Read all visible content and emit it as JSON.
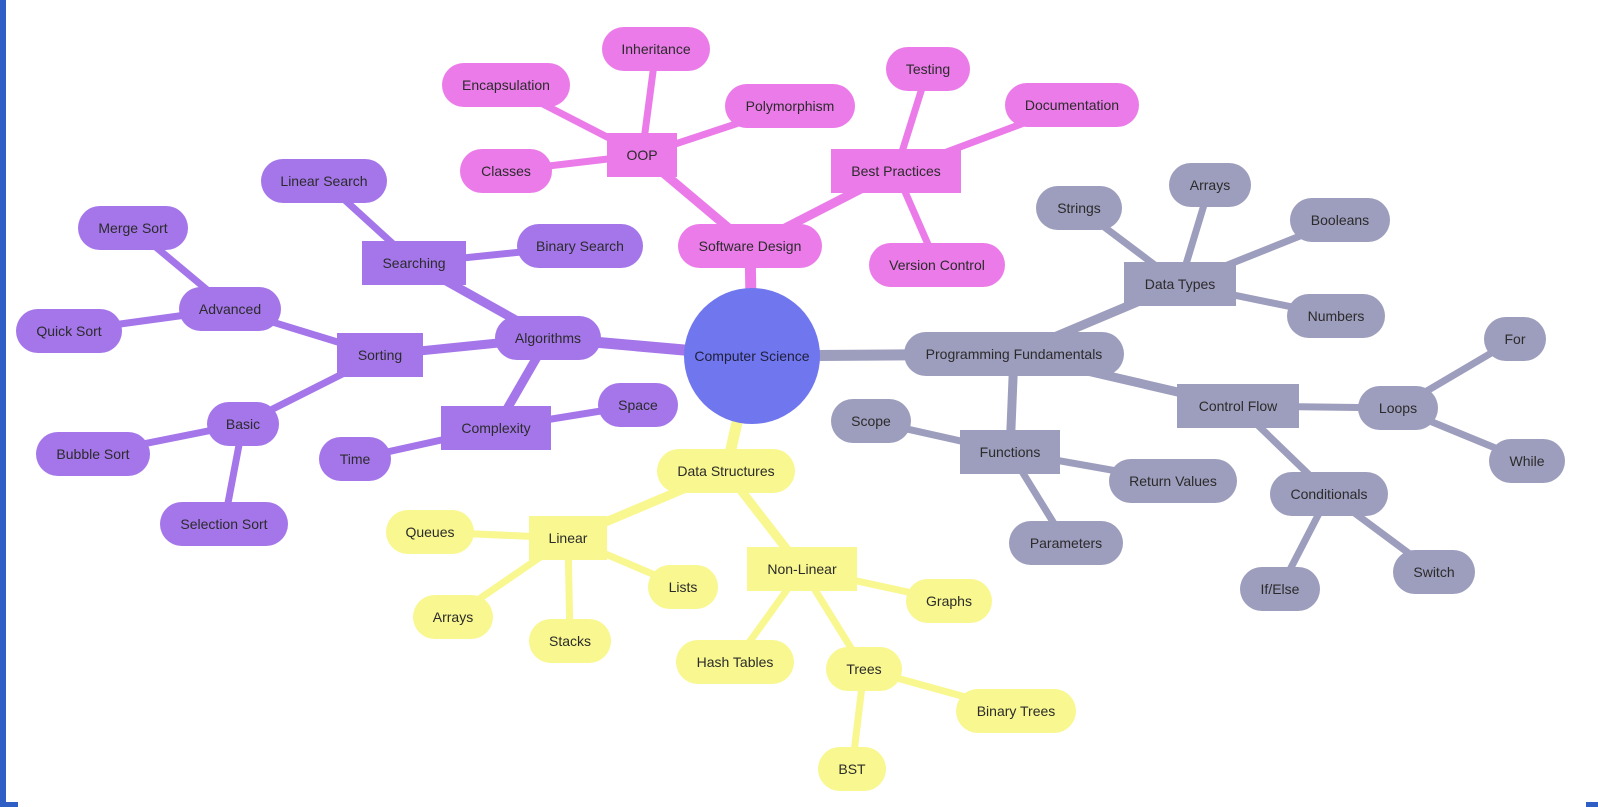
{
  "colors": {
    "root": "#7077ee",
    "software_design": "#eb7be9",
    "algorithms": "#a476ea",
    "programming": "#9d9dbd",
    "data_structures": "#f9f78f",
    "frame": "#2f5fc4"
  },
  "mindmap": {
    "root": {
      "id": "root",
      "label": "Computer Science"
    },
    "nodes": [
      {
        "id": "sd",
        "parent": "root",
        "label": "Software Design",
        "branch": "software_design"
      },
      {
        "id": "oop",
        "parent": "sd",
        "label": "OOP",
        "branch": "software_design"
      },
      {
        "id": "inh",
        "parent": "oop",
        "label": "Inheritance",
        "branch": "software_design"
      },
      {
        "id": "enc",
        "parent": "oop",
        "label": "Encapsulation",
        "branch": "software_design"
      },
      {
        "id": "poly",
        "parent": "oop",
        "label": "Polymorphism",
        "branch": "software_design"
      },
      {
        "id": "cls",
        "parent": "oop",
        "label": "Classes",
        "branch": "software_design"
      },
      {
        "id": "bp",
        "parent": "sd",
        "label": "Best Practices",
        "branch": "software_design"
      },
      {
        "id": "test",
        "parent": "bp",
        "label": "Testing",
        "branch": "software_design"
      },
      {
        "id": "doc",
        "parent": "bp",
        "label": "Documentation",
        "branch": "software_design"
      },
      {
        "id": "vc",
        "parent": "bp",
        "label": "Version Control",
        "branch": "software_design"
      },
      {
        "id": "alg",
        "parent": "root",
        "label": "Algorithms",
        "branch": "algorithms"
      },
      {
        "id": "srch",
        "parent": "alg",
        "label": "Searching",
        "branch": "algorithms"
      },
      {
        "id": "ls",
        "parent": "srch",
        "label": "Linear Search",
        "branch": "algorithms"
      },
      {
        "id": "bs",
        "parent": "srch",
        "label": "Binary Search",
        "branch": "algorithms"
      },
      {
        "id": "sort",
        "parent": "alg",
        "label": "Sorting",
        "branch": "algorithms"
      },
      {
        "id": "adv",
        "parent": "sort",
        "label": "Advanced",
        "branch": "algorithms"
      },
      {
        "id": "ms",
        "parent": "adv",
        "label": "Merge Sort",
        "branch": "algorithms"
      },
      {
        "id": "qs",
        "parent": "adv",
        "label": "Quick Sort",
        "branch": "algorithms"
      },
      {
        "id": "basic",
        "parent": "sort",
        "label": "Basic",
        "branch": "algorithms"
      },
      {
        "id": "bub",
        "parent": "basic",
        "label": "Bubble Sort",
        "branch": "algorithms"
      },
      {
        "id": "sel",
        "parent": "basic",
        "label": "Selection Sort",
        "branch": "algorithms"
      },
      {
        "id": "cplx",
        "parent": "alg",
        "label": "Complexity",
        "branch": "algorithms"
      },
      {
        "id": "space",
        "parent": "cplx",
        "label": "Space",
        "branch": "algorithms"
      },
      {
        "id": "time",
        "parent": "cplx",
        "label": "Time",
        "branch": "algorithms"
      },
      {
        "id": "pf",
        "parent": "root",
        "label": "Programming Fundamentals",
        "branch": "programming"
      },
      {
        "id": "dt",
        "parent": "pf",
        "label": "Data Types",
        "branch": "programming"
      },
      {
        "id": "str",
        "parent": "dt",
        "label": "Strings",
        "branch": "programming"
      },
      {
        "id": "arr",
        "parent": "dt",
        "label": "Arrays",
        "branch": "programming"
      },
      {
        "id": "bool",
        "parent": "dt",
        "label": "Booleans",
        "branch": "programming"
      },
      {
        "id": "num",
        "parent": "dt",
        "label": "Numbers",
        "branch": "programming"
      },
      {
        "id": "cf",
        "parent": "pf",
        "label": "Control Flow",
        "branch": "programming"
      },
      {
        "id": "loops",
        "parent": "cf",
        "label": "Loops",
        "branch": "programming"
      },
      {
        "id": "for",
        "parent": "loops",
        "label": "For",
        "branch": "programming"
      },
      {
        "id": "while",
        "parent": "loops",
        "label": "While",
        "branch": "programming"
      },
      {
        "id": "cond",
        "parent": "cf",
        "label": "Conditionals",
        "branch": "programming"
      },
      {
        "id": "ifelse",
        "parent": "cond",
        "label": "If/Else",
        "branch": "programming"
      },
      {
        "id": "switch",
        "parent": "cond",
        "label": "Switch",
        "branch": "programming"
      },
      {
        "id": "fn",
        "parent": "pf",
        "label": "Functions",
        "branch": "programming"
      },
      {
        "id": "scope",
        "parent": "fn",
        "label": "Scope",
        "branch": "programming"
      },
      {
        "id": "ret",
        "parent": "fn",
        "label": "Return Values",
        "branch": "programming"
      },
      {
        "id": "params",
        "parent": "fn",
        "label": "Parameters",
        "branch": "programming"
      },
      {
        "id": "ds",
        "parent": "root",
        "label": "Data Structures",
        "branch": "data_structures"
      },
      {
        "id": "lin",
        "parent": "ds",
        "label": "Linear",
        "branch": "data_structures"
      },
      {
        "id": "queues",
        "parent": "lin",
        "label": "Queues",
        "branch": "data_structures"
      },
      {
        "id": "dsarr",
        "parent": "lin",
        "label": "Arrays",
        "branch": "data_structures"
      },
      {
        "id": "stacks",
        "parent": "lin",
        "label": "Stacks",
        "branch": "data_structures"
      },
      {
        "id": "lists",
        "parent": "lin",
        "label": "Lists",
        "branch": "data_structures"
      },
      {
        "id": "nonlin",
        "parent": "ds",
        "label": "Non-Linear",
        "branch": "data_structures"
      },
      {
        "id": "graphs",
        "parent": "nonlin",
        "label": "Graphs",
        "branch": "data_structures"
      },
      {
        "id": "hash",
        "parent": "nonlin",
        "label": "Hash Tables",
        "branch": "data_structures"
      },
      {
        "id": "trees",
        "parent": "nonlin",
        "label": "Trees",
        "branch": "data_structures"
      },
      {
        "id": "bintrees",
        "parent": "trees",
        "label": "Binary Trees",
        "branch": "data_structures"
      },
      {
        "id": "bst",
        "parent": "trees",
        "label": "BST",
        "branch": "data_structures"
      }
    ]
  }
}
